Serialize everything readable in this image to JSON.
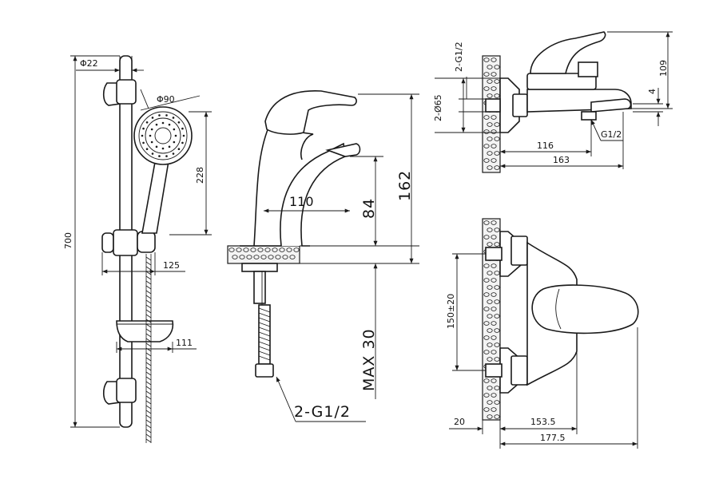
{
  "shower_set": {
    "rail_diameter": "Φ22",
    "head_diameter": "Φ90",
    "head_height": "228",
    "rail_length": "700",
    "holder_offset": "125",
    "soap_dish_depth": "111"
  },
  "basin_mixer": {
    "spout_reach": "110",
    "spout_height": "84",
    "total_height": "162",
    "max_thickness": "MAX 30",
    "connection": "2-G1/2"
  },
  "bath_mixer_side": {
    "inlet_thread": "2-G1/2",
    "flange_diameter": "2-Ø65",
    "height": "109",
    "outlet_offset": "4",
    "outlet_thread": "G1/2",
    "spout_length": "116",
    "total_depth": "163"
  },
  "bath_mixer_top": {
    "centers": "150±20",
    "wall_gap": "20",
    "depth_body": "153.5",
    "depth_total": "177.5"
  }
}
